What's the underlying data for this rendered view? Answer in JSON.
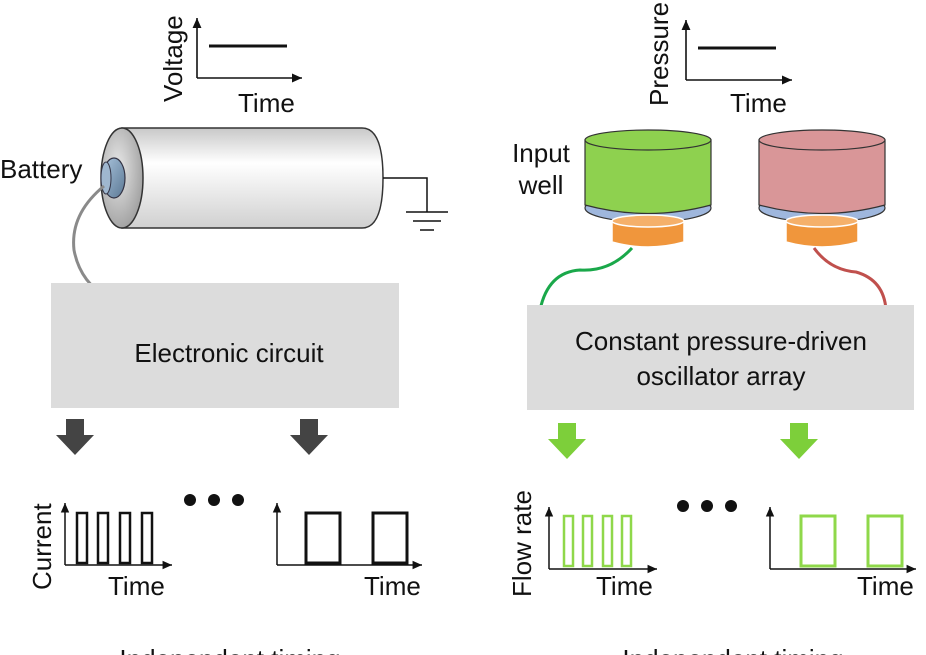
{
  "left": {
    "axis_y_label": "Voltage",
    "axis_x_label": "Time",
    "battery_label": "Battery",
    "circuit_label": "Electronic circuit",
    "output_fast": {
      "y_label": "Current",
      "x_label": "Time"
    },
    "output_slow": {
      "x_label": "Time"
    },
    "bottom_caption": "Independent timing"
  },
  "right": {
    "axis_y_label": "Pressure",
    "axis_x_label": "Time",
    "input_well_label_line1": "Input",
    "input_well_label_line2": "well",
    "array_label_line1": "Constant pressure-driven",
    "array_label_line2": "oscillator array",
    "output_fast": {
      "y_label": "Flow rate",
      "x_label": "Time"
    },
    "output_slow": {
      "x_label": "Time"
    },
    "bottom_caption": "Independent timing"
  },
  "colors": {
    "box_gray": "#dcdcdc",
    "dark_arrow": "#444444",
    "green_arrow": "#7dcf3a",
    "green_signal": "#8fd84a",
    "well_green": "#8ed14f",
    "well_red": "#d99698",
    "well_base_blue": "#9fb7dd",
    "oscillator_orange": "#f0963c",
    "wire_green": "#1aa84a",
    "wire_red": "#c0504d",
    "wire_gray": "#8a8a8a"
  }
}
